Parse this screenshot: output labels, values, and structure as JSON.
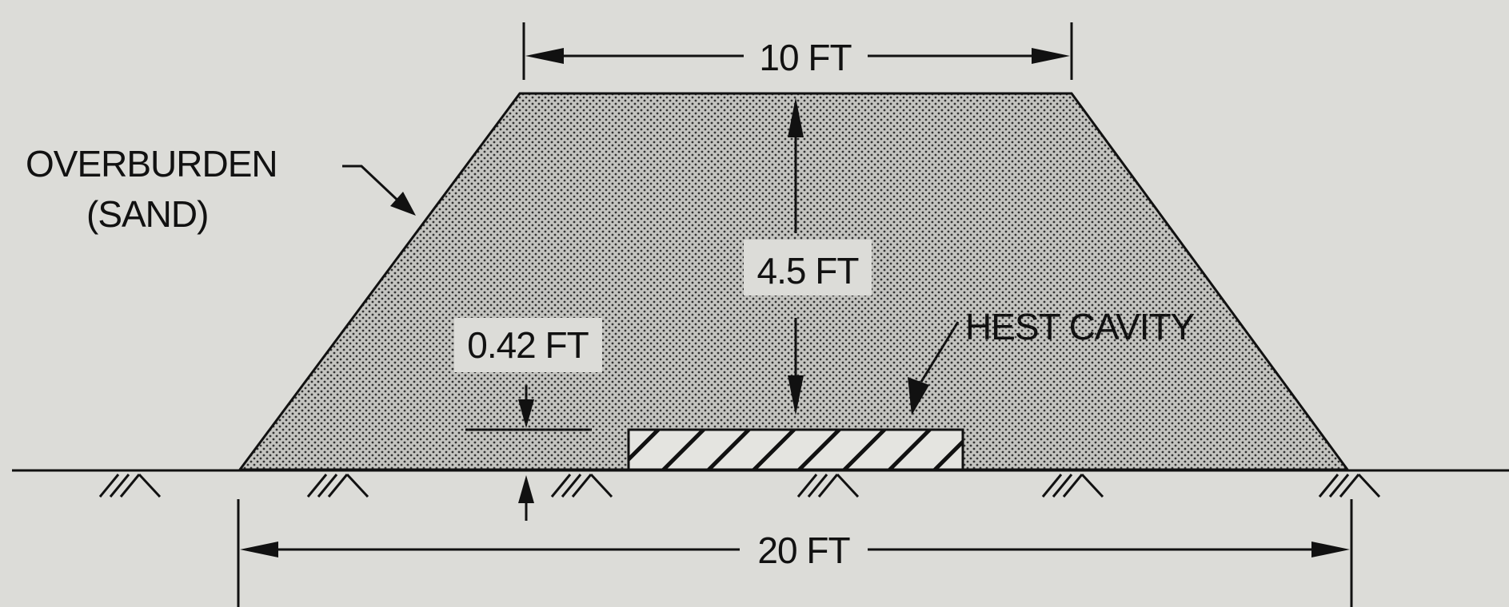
{
  "labels": {
    "top_width": "10 FT",
    "bottom_width": "20 FT",
    "overburden_height": "4.5 FT",
    "cavity_height": "0.42 FT",
    "material_line1": "OVERBURDEN",
    "material_line2": "(SAND)",
    "cavity": "HEST CAVITY"
  },
  "dimensions_ft": {
    "top_width": 10,
    "bottom_width": 20,
    "overburden_height": 4.5,
    "cavity_height": 0.42
  },
  "colors": {
    "background": "#dcdcd8",
    "sand_fill": "#c4c4c0",
    "ink": "#111111"
  }
}
